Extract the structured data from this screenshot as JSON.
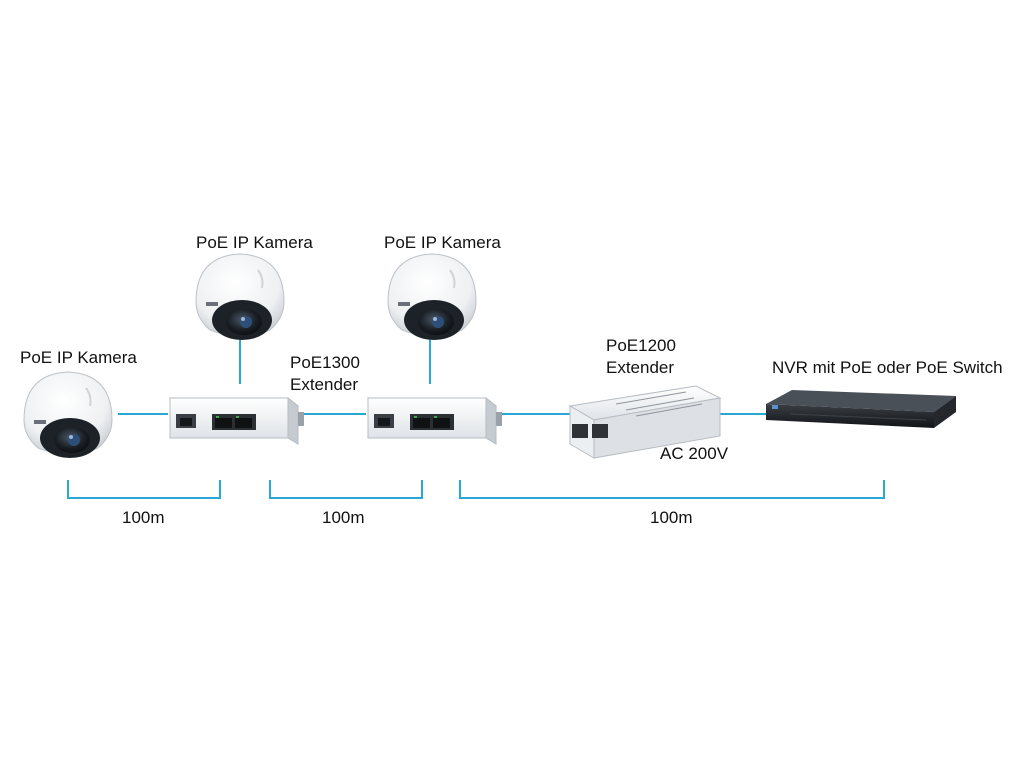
{
  "colors": {
    "cable": "#29a8d8",
    "bracket": "#29a8d8",
    "device_body": "#f1f3f5",
    "device_shadow": "#b9c0c6",
    "nvr_body": "#1c1f23"
  },
  "labels": {
    "camera_left": "PoE IP Kamera",
    "camera_mid1": "PoE IP Kamera",
    "camera_mid2": "PoE IP Kamera",
    "extender_poe1300_line1": "PoE1300",
    "extender_poe1300_line2": "Extender",
    "extender_poe1200_line1": "PoE1200",
    "extender_poe1200_line2": "Extender",
    "power_label": "AC 200V",
    "nvr_label": "NVR mit PoE oder PoE Switch",
    "distance_1": "100m",
    "distance_2": "100m",
    "distance_3": "100m"
  },
  "icons": {
    "camera": "dome-camera-icon",
    "extender_poe1300": "poe-extender-icon",
    "extender_poe1200": "poe-injector-icon",
    "nvr": "nvr-recorder-icon"
  }
}
